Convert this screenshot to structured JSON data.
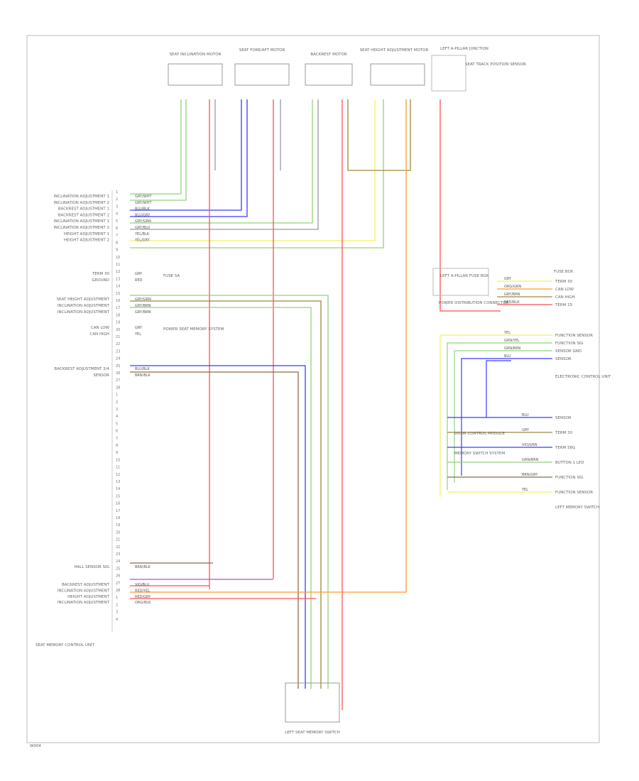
{
  "title": "",
  "footer_code": "W004",
  "modules": {
    "top": [
      {
        "name": "SEAT INCLINATION MOTOR"
      },
      {
        "name": "SEAT FORE/AFT MOTOR"
      },
      {
        "name": "BACKREST MOTOR"
      },
      {
        "name": "SEAT HEIGHT ADJUSTMENT MOTOR"
      },
      {
        "name": "LEFT A-PILLAR JUNCTION",
        "sub": "SEAT TRACK POSITION SENSOR"
      }
    ],
    "control_unit": "SEAT MEMORY CONTROL UNIT",
    "bottom_connector": "LEFT SEAT MEMORY SWITCH",
    "right_top": "FUSE BOX",
    "right_mid": "ELECTRONIC CONTROL UNIT",
    "right_bottom": "LEFT MEMORY SWITCH",
    "fuse_box_label": "LEFT A-PILLAR FUSE BOX",
    "junction_label": "POWER DISTRIBUTION CONNECTOR",
    "stop_module_label": "DOOR CONTROL MODULE",
    "relay_label": "MEMORY SWITCH SYSTEM"
  },
  "left_signals": {
    "group1": [
      "INCLINATION ADJUSTMENT 1",
      "INCLINATION ADJUSTMENT 2",
      "BACKREST ADJUSTMENT 1",
      "BACKREST ADJUSTMENT 2",
      "INCLINATION ADJUSTMENT 1",
      "INCLINATION ADJUSTMENT 2",
      "HEIGHT ADJUSTMENT 1",
      "HEIGHT ADJUSTMENT 2"
    ],
    "group2": [
      "TERM 30",
      "GROUND"
    ],
    "group3": [
      "SEAT HEIGHT ADJUSTMENT",
      "INCLINATION ADJUSTMENT",
      "INCLINATION ADJUSTMENT"
    ],
    "group4": [
      "CAN LOW",
      "CAN HIGH"
    ],
    "group5": [
      "BACKREST ADJUSTMENT 3/4",
      "SENSOR"
    ],
    "group6": [
      "HALL SENSOR SIG"
    ],
    "group7": [
      "BACKREST ADJUSTMENT",
      "INCLINATION ADJUSTMENT",
      "HEIGHT ADJUSTMENT",
      "INCLINATION ADJUSTMENT"
    ],
    "fuse_note": "FUSE 5A",
    "relay_note": "POWER SEAT MEMORY SYSTEM"
  },
  "wire_labels": {
    "g1": [
      "GRY/WHT",
      "GRY/WHT",
      "BLU/BLK",
      "BLU/GRY",
      "GRY/GRN",
      "GRY/BLU",
      "YEL/BLK",
      "YEL/GRY"
    ],
    "g2": [
      "GRY",
      "RED"
    ],
    "g3": [
      "GRY/GRN",
      "GRY/BRN",
      "GRY/BRN"
    ],
    "g4": [
      "GRY",
      "YEL"
    ],
    "g5": [
      "BLU/BLK",
      "BRN/BLK"
    ],
    "g6": [
      "BRN/BLK"
    ],
    "g7": [
      "VIO/BLU",
      "RED/YEL",
      "RED/GRY",
      "ORG/BLK"
    ]
  },
  "right_signals": {
    "fuse_block": [
      "TERM 30",
      "CAN LOW",
      "CAN HIGH",
      "TERM 15"
    ],
    "fuse_wires": [
      "GRY",
      "ORG/GRN",
      "GRY/BRN",
      "RED/BLK"
    ],
    "ecu_block": [
      "FUNCTION SENSOR",
      "FUNCTION SIG",
      "SENSOR GND",
      "SENSOR"
    ],
    "ecu_wires": [
      "YEL",
      "GRN/YEL",
      "GRN/BRN",
      "BLU"
    ],
    "memory_block": [
      "SENSOR",
      "TERM 30",
      "TERM 58G",
      "BUTTON 1 LED",
      "FUNCTION SIG",
      "FUNCTION SENSOR"
    ],
    "memory_wires": [
      "BLU",
      "GRY",
      "VIO/GRN",
      "GRN/BRN",
      "BRN/GRY",
      "YEL"
    ]
  },
  "colors": {
    "green": "#8fd47a",
    "blue": "#3a3aff",
    "red": "#ff5050",
    "yellow": "#f0f060",
    "orange": "#ff9a2a",
    "olive": "#9a8a40",
    "brown": "#8a6a4a",
    "grey": "#9a9a9a",
    "purple": "#b050d0"
  }
}
